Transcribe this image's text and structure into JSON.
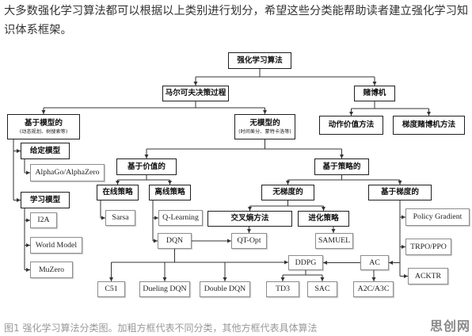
{
  "article": {
    "intro_lines": [
      "大多数强化学习算法都可以根据以上类别进行划分，希望这些分类能帮助读者建立强化学习知",
      "识体系框架。"
    ],
    "caption": "图1 强化学习算法分类图。加粗方框代表不同分类，其他方框代表具体算法",
    "watermark": "思创网"
  },
  "diagram": {
    "categories": {
      "root": "强化学习算法",
      "mdp": "马尔可夫决策过程",
      "bandit": "赌博机",
      "model_based": "基于模型的",
      "model_based_note": "(动态规划、树搜索等)",
      "model_free": "无模型的",
      "model_free_note": "(时间差分、蒙特卡洛等)",
      "action_value": "动作价值方法",
      "gradient_bandit": "梯度赌博机方法",
      "given_model": "给定模型",
      "learned_model": "学习模型",
      "value_based": "基于价值的",
      "policy_based": "基于策略的",
      "on_policy": "在线策略",
      "off_policy": "离线策略",
      "gradient_free": "无梯度的",
      "gradient_based": "基于梯度的",
      "cross_entropy": "交叉熵方法",
      "evolution": "进化策略"
    },
    "algorithms": {
      "alphago": "AlphaGo/AlphaZero",
      "i2a": "I2A",
      "world_model": "World Model",
      "muzero": "MuZero",
      "sarsa": "Sarsa",
      "q_learning": "Q-Learning",
      "dqn": "DQN",
      "qt_opt": "QT-Opt",
      "samuel": "SAMUEL",
      "policy_gradient": "Policy Gradient",
      "trpo_ppo": "TRPO/PPO",
      "acktr": "ACKTR",
      "ddpg": "DDPG",
      "ac": "AC",
      "c51": "C51",
      "dueling_dqn": "Dueling DQN",
      "double_dqn": "Double DQN",
      "td3": "TD3",
      "sac": "SAC",
      "a2c_a3c": "A2C/A3C"
    }
  },
  "colors": {
    "text": "#333333",
    "caption": "#999999",
    "watermark": "#8a8a8a",
    "bold_border": "#1f1f1f",
    "thin_border": "#8c8c8c",
    "connector": "#333333"
  }
}
